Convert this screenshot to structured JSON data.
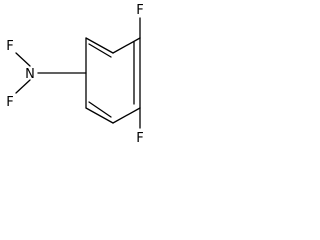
{
  "molecule": {
    "atom_labels": {
      "n": "N",
      "f_n_top": "F",
      "f_n_bottom": "F",
      "f_ring_top": "F",
      "f_ring_bottom": "F"
    },
    "bond_color": "#000000",
    "background": "#ffffff"
  }
}
